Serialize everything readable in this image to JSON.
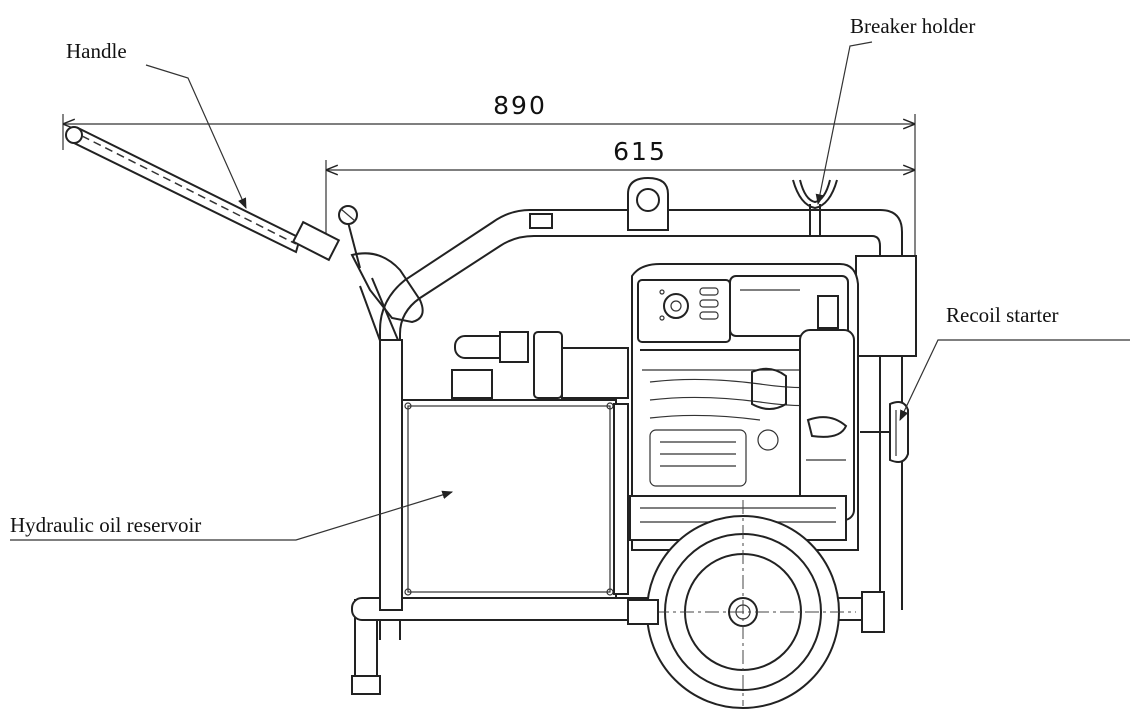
{
  "labels": {
    "handle": "Handle",
    "breaker_holder": "Breaker holder",
    "recoil_starter": "Recoil starter",
    "hydraulic_oil_reservoir": "Hydraulic oil reservoir"
  },
  "dimensions": {
    "overall_length": "890",
    "frame_length": "615"
  }
}
